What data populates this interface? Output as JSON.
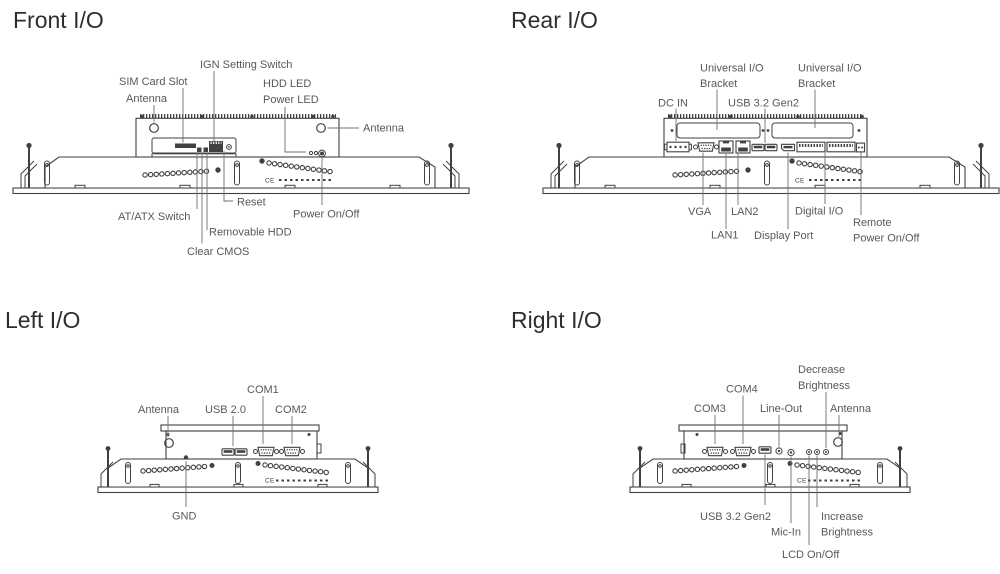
{
  "colors": {
    "background": "#ffffff",
    "drawing_line": "#414141",
    "leader_line": "#707070",
    "label_text": "#58585b",
    "title_text": "#2e2e30"
  },
  "front": {
    "title": "Front I/O",
    "labels": {
      "ign_setting_switch": "IGN Setting Switch",
      "sim_card_slot": "SIM Card Slot",
      "antenna_left": "Antenna",
      "hdd_led": "HDD LED",
      "power_led": "Power LED",
      "antenna_right": "Antenna",
      "reset": "Reset",
      "at_atx_switch": "AT/ATX Switch",
      "power_on_off": "Power On/Off",
      "removable_hdd": "Removable HDD",
      "clear_cmos": "Clear CMOS"
    }
  },
  "rear": {
    "title": "Rear I/O",
    "labels": {
      "universal_io_1_line1": "Universal I/O",
      "universal_io_1_line2": "Bracket",
      "universal_io_2_line1": "Universal I/O",
      "universal_io_2_line2": "Bracket",
      "dc_in": "DC IN",
      "usb_32_gen2": "USB 3.2 Gen2",
      "vga": "VGA",
      "lan2": "LAN2",
      "digital_io": "Digital I/O",
      "lan1": "LAN1",
      "display_port": "Display Port",
      "remote_line1": "Remote",
      "remote_line2": "Power On/Off"
    }
  },
  "left": {
    "title": "Left I/O",
    "labels": {
      "com1": "COM1",
      "antenna": "Antenna",
      "usb_20": "USB 2.0",
      "com2": "COM2",
      "gnd": "GND"
    }
  },
  "right": {
    "title": "Right I/O",
    "labels": {
      "decrease_line1": "Decrease",
      "decrease_line2": "Brightness",
      "com4": "COM4",
      "com3": "COM3",
      "line_out": "Line-Out",
      "antenna": "Antenna",
      "usb_32_gen2": "USB 3.2 Gen2",
      "mic_in": "Mic-In",
      "increase_line1": "Increase",
      "increase_line2": "Brightness",
      "lcd_on_off": "LCD On/Off"
    }
  },
  "panel_marking": "CE"
}
